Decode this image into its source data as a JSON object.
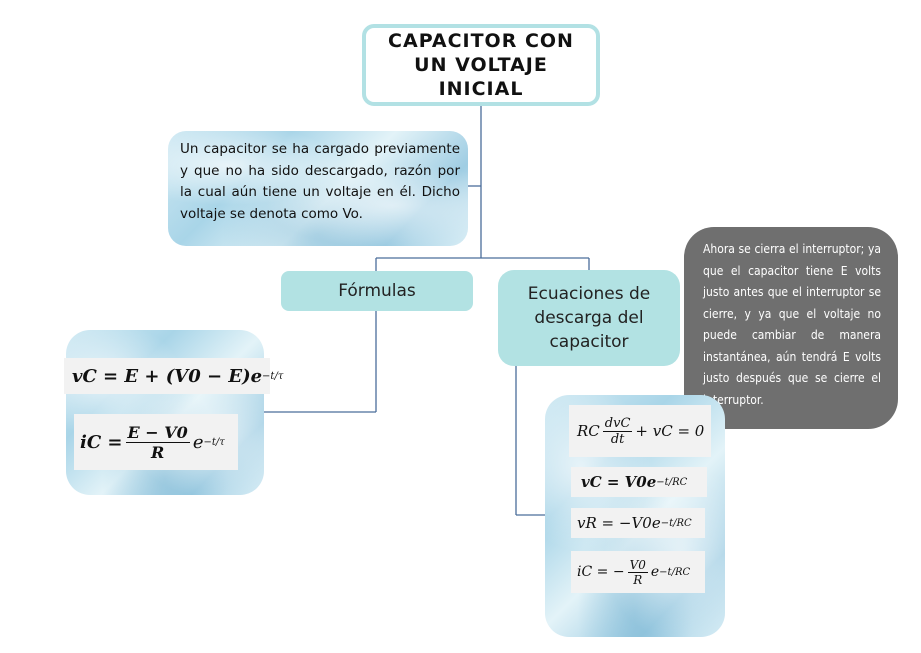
{
  "title": "Capacitor con un voltaje inicial",
  "intro": "Un capacitor se ha cargado previamente y que no ha sido descargado, razón por la cual aún tiene un voltaje en él. Dicho voltaje se denota como Vo.",
  "branches": {
    "formulas": "Fórmulas",
    "ecuaciones": "Ecuaciones de descarga del capacitor"
  },
  "note": "Ahora se cierra el interruptor; ya que el capacitor tiene E volts justo antes que el interruptor se cierre, y ya que el voltaje no puede cambiar de manera instantánea, aún tendrá E volts justo después que se cierre el interruptor.",
  "formulas": {
    "vc": {
      "lhs": "vC = E + (V0 − E)e",
      "exp": "−t/τ"
    },
    "ic": {
      "lhs": "iC =",
      "num": "E − V0",
      "den": "R",
      "e": "e",
      "exp": "−t/τ"
    }
  },
  "ecuaciones": {
    "eq1": {
      "pre": "RC",
      "num": "dvC",
      "den": "dt",
      "post": "+ vC = 0"
    },
    "eq2": {
      "text": "vC = V0e",
      "exp": "−t/RC"
    },
    "eq3": {
      "text": "vR = −V0e",
      "exp": "−t/RC"
    },
    "eq4": {
      "lhs": "iC = −",
      "num": "V0",
      "den": "R",
      "e": "e",
      "exp": "−t/RC"
    }
  }
}
